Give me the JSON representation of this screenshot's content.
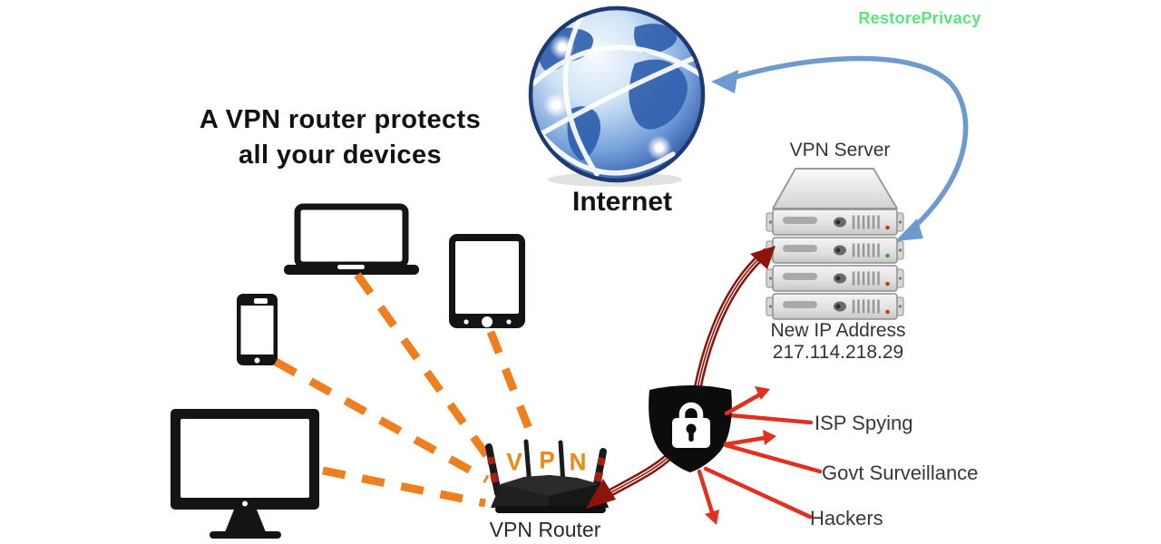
{
  "brand": {
    "label": "RestorePrivacy"
  },
  "heading": {
    "line1": "A VPN router protects",
    "line2": "all your devices"
  },
  "internet_label": "Internet",
  "server": {
    "title": "VPN Server",
    "new_ip_label": "New IP Address",
    "ip_address": "217.114.218.29"
  },
  "router": {
    "label": "VPN Router",
    "letters": [
      "V",
      "P",
      "N"
    ]
  },
  "threats": [
    {
      "label": "ISP Spying"
    },
    {
      "label": "Govt Surveillance"
    },
    {
      "label": "Hackers"
    }
  ],
  "colors": {
    "brand_green": "#57e87b",
    "connection_orange": "#ee7e1e",
    "threat_red": "#e2301e",
    "tunnel_dark_red": "#8d140b",
    "internet_blue": "#6e9ad0",
    "router_vpn_orange": "#ed8a16"
  }
}
